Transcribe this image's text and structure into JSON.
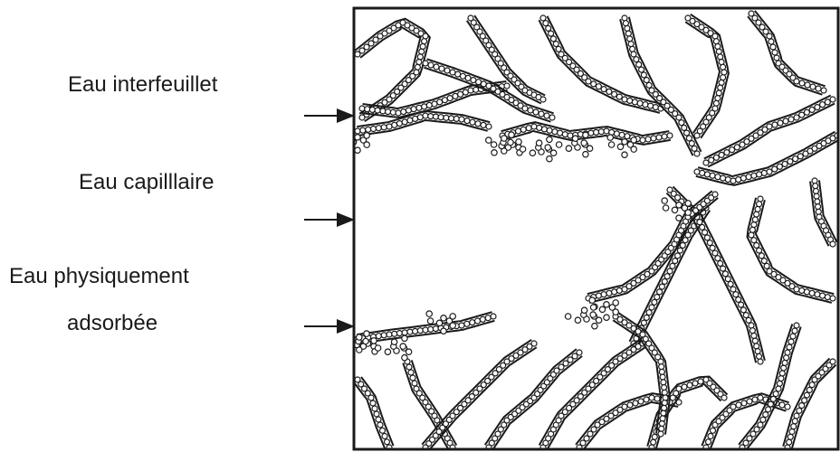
{
  "labels": {
    "interlayer_water": "Eau interfeuillet",
    "capillary_water": "Eau capilllaire",
    "adsorbed_water_line1": "Eau physiquement",
    "adsorbed_water_line2": "adsorbée"
  },
  "colors": {
    "ink": "#1a1a1a",
    "background": "#ffffff"
  }
}
